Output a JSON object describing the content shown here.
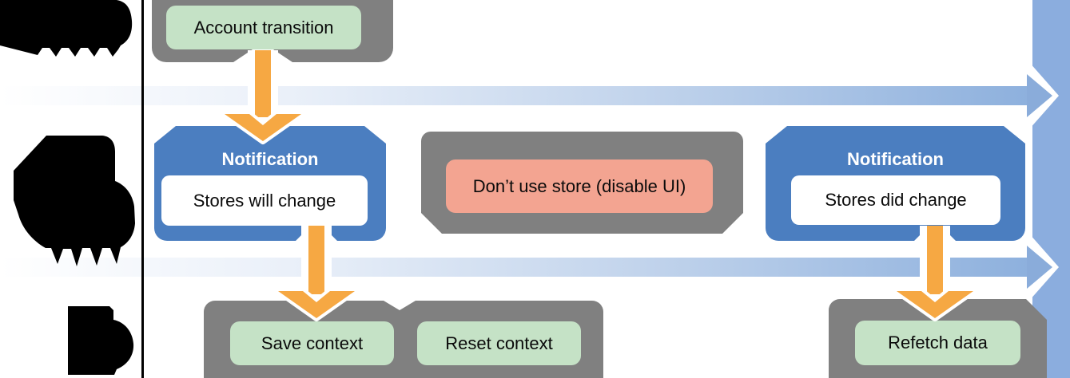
{
  "figure": {
    "type": "account-transition-flow-diagram",
    "lane_labels_redacted": true
  },
  "colors": {
    "blue_box": "#4b7ec0",
    "gray_box": "#808080",
    "green_box": "#c5e2c6",
    "red_box": "#f3a491",
    "orange_arrow": "#f6a843",
    "band_blue": "#8db0dd",
    "bar_blue": "#8badde",
    "white": "#ffffff",
    "black": "#000000"
  },
  "nodes": {
    "account_transition": {
      "label": "Account transition"
    },
    "notification_will": {
      "title": "Notification",
      "label": "Stores will change"
    },
    "dont_use_store": {
      "label": "Don’t use store (disable UI)"
    },
    "notification_did": {
      "title": "Notification",
      "label": "Stores did change"
    },
    "save_context": {
      "label": "Save context"
    },
    "reset_context": {
      "label": "Reset context"
    },
    "refetch_data": {
      "label": "Refetch data"
    }
  }
}
